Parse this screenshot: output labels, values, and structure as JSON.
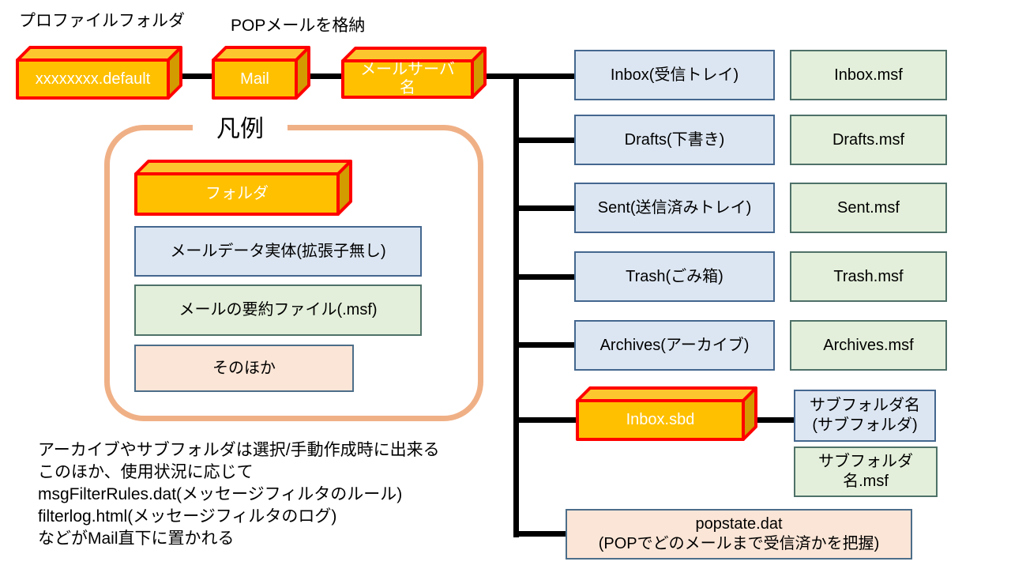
{
  "colors": {
    "cube_front": "#FFC000",
    "cube_top": "#FCC72E",
    "cube_side": "#D39B00",
    "cube_border": "#FF0000",
    "cube_text": "#FFFFFF",
    "blue_fill": "#DCE6F2",
    "blue_border": "#44678F",
    "green_fill": "#E3EFDA",
    "green_border": "#4E7168",
    "pink_fill": "#FBE5D6",
    "pink_border": "#4C6E8A",
    "legend_frame": "#F0B086",
    "line": "#000000",
    "text": "#000000"
  },
  "top_labels": {
    "profile": "プロファイルフォルダ",
    "pop": "POPメールを格納"
  },
  "cubes": {
    "profile": "xxxxxxxx.default",
    "mail": "Mail",
    "server_line1": "メールサーバ",
    "server_line2": "名",
    "inbox_sbd": "Inbox.sbd"
  },
  "rows": [
    {
      "data": "Inbox(受信トレイ)",
      "msf": "Inbox.msf"
    },
    {
      "data": "Drafts(下書き)",
      "msf": "Drafts.msf"
    },
    {
      "data": "Sent(送信済みトレイ)",
      "msf": "Sent.msf"
    },
    {
      "data": "Trash(ごみ箱)",
      "msf": "Trash.msf"
    },
    {
      "data": "Archives(アーカイブ)",
      "msf": "Archives.msf"
    }
  ],
  "subfolder": {
    "name_line1": "サブフォルダ名",
    "name_line2": "(サブフォルダ)",
    "msf_line1": "サブフォルダ",
    "msf_line2": "名.msf"
  },
  "popstate": {
    "line1": "popstate.dat",
    "line2": "(POPでどのメールまで受信済かを把握)"
  },
  "legend": {
    "title": "凡例",
    "folder": "フォルダ",
    "mail_data": "メールデータ実体(拡張子無し)",
    "msf": "メールの要約ファイル(.msf)",
    "other": "そのほか"
  },
  "notes": {
    "lines": [
      "アーカイブやサブフォルダは選択/手動作成時に出来る",
      "このほか、使用状況に応じて",
      "msgFilterRules.dat(メッセージフィルタのルール)",
      "filterlog.html(メッセージフィルタのログ)",
      "などがMail直下に置かれる"
    ]
  }
}
